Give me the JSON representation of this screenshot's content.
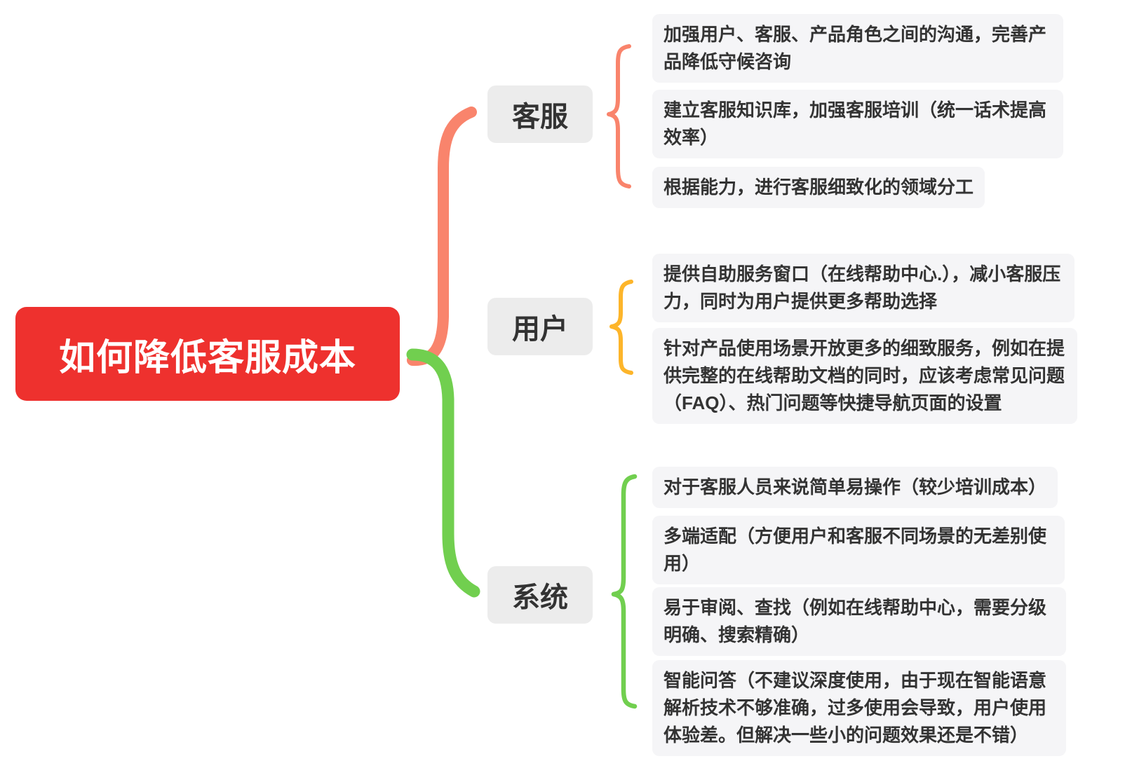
{
  "root": {
    "label": "如何降低客服成本",
    "color": "#ee312e"
  },
  "branches": [
    {
      "label": "客服",
      "color": "#f9846c",
      "items": [
        "加强用户、客服、产品角色之间的沟通，完善产品降低守候咨询",
        "建立客服知识库，加强客服培训（统一话术提高效率）",
        "根据能力，进行客服细致化的领域分工"
      ]
    },
    {
      "label": "用户",
      "color": "#fdb52a",
      "items": [
        "提供自助服务窗口（在线帮助中心.），减小客服压力，同时为用户提供更多帮助选择",
        "针对产品使用场景开放更多的细致服务，例如在提供完整的在线帮助文档的同时，应该考虑常见问题（FAQ）、热门问题等快捷导航页面的设置"
      ]
    },
    {
      "label": "系统",
      "color": "#71cf4f",
      "items": [
        "对于客服人员来说简单易操作（较少培训成本）",
        "多端适配（方便用户和客服不同场景的无差别使用）",
        "易于审阅、查找（例如在线帮助中心，需要分级明确、搜索精确）",
        "智能问答（不建议深度使用，由于现在智能语意解析技术不够准确，过多使用会导致，用户使用体验差。但解决一些小的问题效果还是不错）"
      ]
    }
  ]
}
